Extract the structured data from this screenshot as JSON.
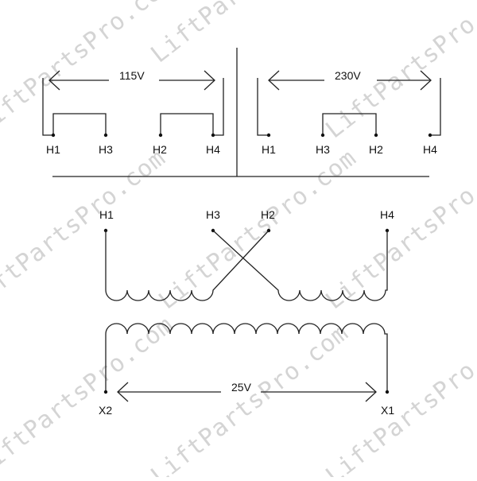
{
  "watermark": {
    "text": "LiftPartsPro.com"
  },
  "top_left": {
    "voltage": "115V",
    "terminals": [
      "H1",
      "H3",
      "H2",
      "H4"
    ]
  },
  "top_right": {
    "voltage": "230V",
    "terminals": [
      "H1",
      "H3",
      "H2",
      "H4"
    ]
  },
  "primary": {
    "terminals": [
      "H1",
      "H3",
      "H2",
      "H4"
    ]
  },
  "secondary": {
    "voltage": "25V",
    "terminals": [
      "X2",
      "X1"
    ]
  }
}
